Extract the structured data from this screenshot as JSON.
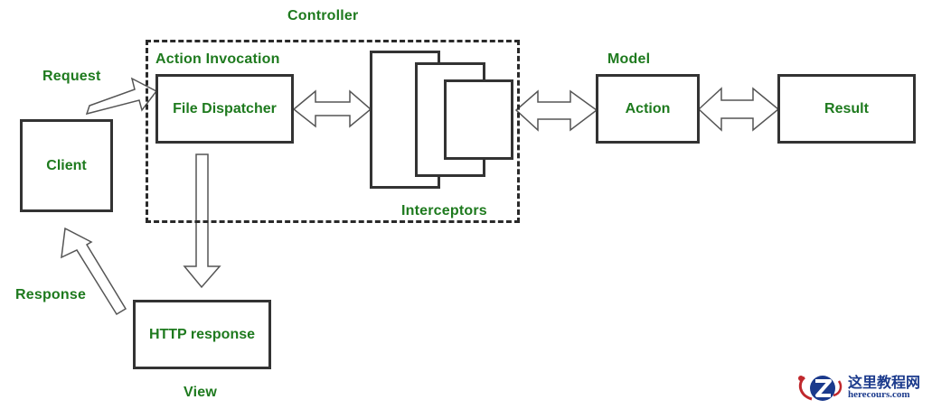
{
  "labels": {
    "controller": "Controller",
    "action_invocation": "Action Invocation",
    "request": "Request",
    "response": "Response",
    "model": "Model",
    "view": "View",
    "interceptors": "Interceptors"
  },
  "boxes": {
    "client": "Client",
    "file_dispatcher": "File Dispatcher",
    "http_response": "HTTP response",
    "action": "Action",
    "result": "Result"
  },
  "logo": {
    "name_cn": "这里教程网",
    "domain": "herecours.com",
    "icon": "z-globe-icon"
  },
  "colors": {
    "label_text": "#1e7a1e",
    "box_border": "#333333",
    "arrow_stroke": "#555555",
    "logo_blue": "#1b3a8c",
    "logo_red": "#c0282d"
  }
}
